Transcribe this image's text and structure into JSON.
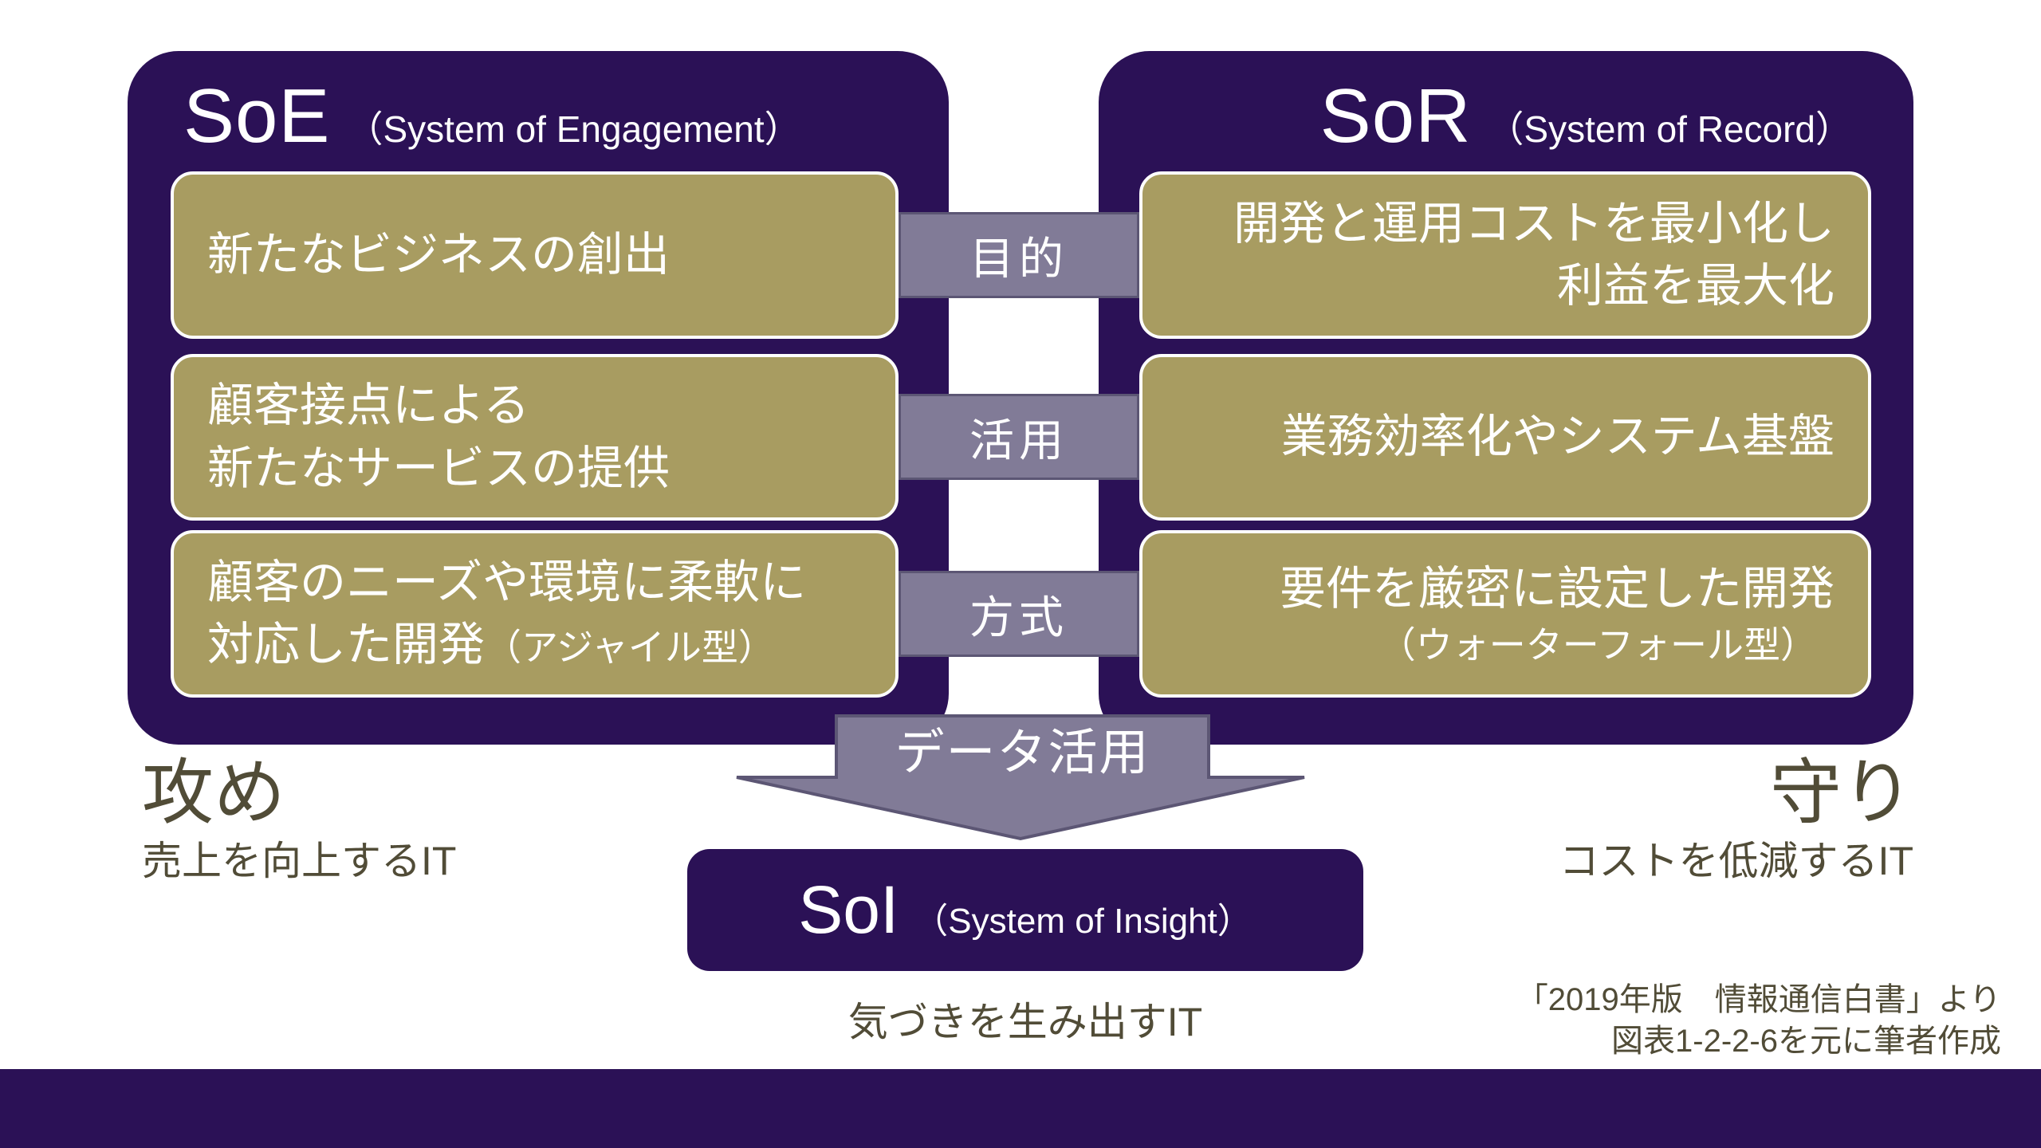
{
  "colors": {
    "container_purple": "#2b1156",
    "olive": "#a89c61",
    "connector_gray": "#817b97",
    "connector_border": "#5c5674",
    "caption_olive_text": "#514c37",
    "white": "#ffffff"
  },
  "soe": {
    "acronym": "SoE",
    "paren": "（System of Engagement）",
    "rows": [
      {
        "line1": "新たなビジネスの創出"
      },
      {
        "line1": "顧客接点による",
        "line2": "新たなサービスの提供"
      },
      {
        "line1": "顧客のニーズや環境に柔軟に",
        "line2_main": "対応した開発",
        "line2_small": "（アジャイル型）"
      }
    ]
  },
  "sor": {
    "acronym": "SoR",
    "paren": "（System of Record）",
    "rows": [
      {
        "line1": "開発と運用コストを最小化し",
        "line2": "利益を最大化"
      },
      {
        "line1": "業務効率化やシステム基盤"
      },
      {
        "line1": "要件を厳密に設定した開発",
        "line2_small": "（ウォーターフォール型）"
      }
    ]
  },
  "connectors": {
    "purpose": "目的",
    "usage": "活用",
    "method": "方式"
  },
  "arrow": {
    "label": "データ活用"
  },
  "soi": {
    "acronym": "SoI",
    "paren": "（System of Insight）",
    "caption": "気づきを生み出すIT"
  },
  "offense": {
    "title": "攻め",
    "subtitle": "売上を向上するIT"
  },
  "defense": {
    "title": "守り",
    "subtitle": "コストを低減するIT"
  },
  "attribution": {
    "line1": "「2019年版　情報通信白書」より",
    "line2": "図表1-2-2-6を元に筆者作成"
  }
}
